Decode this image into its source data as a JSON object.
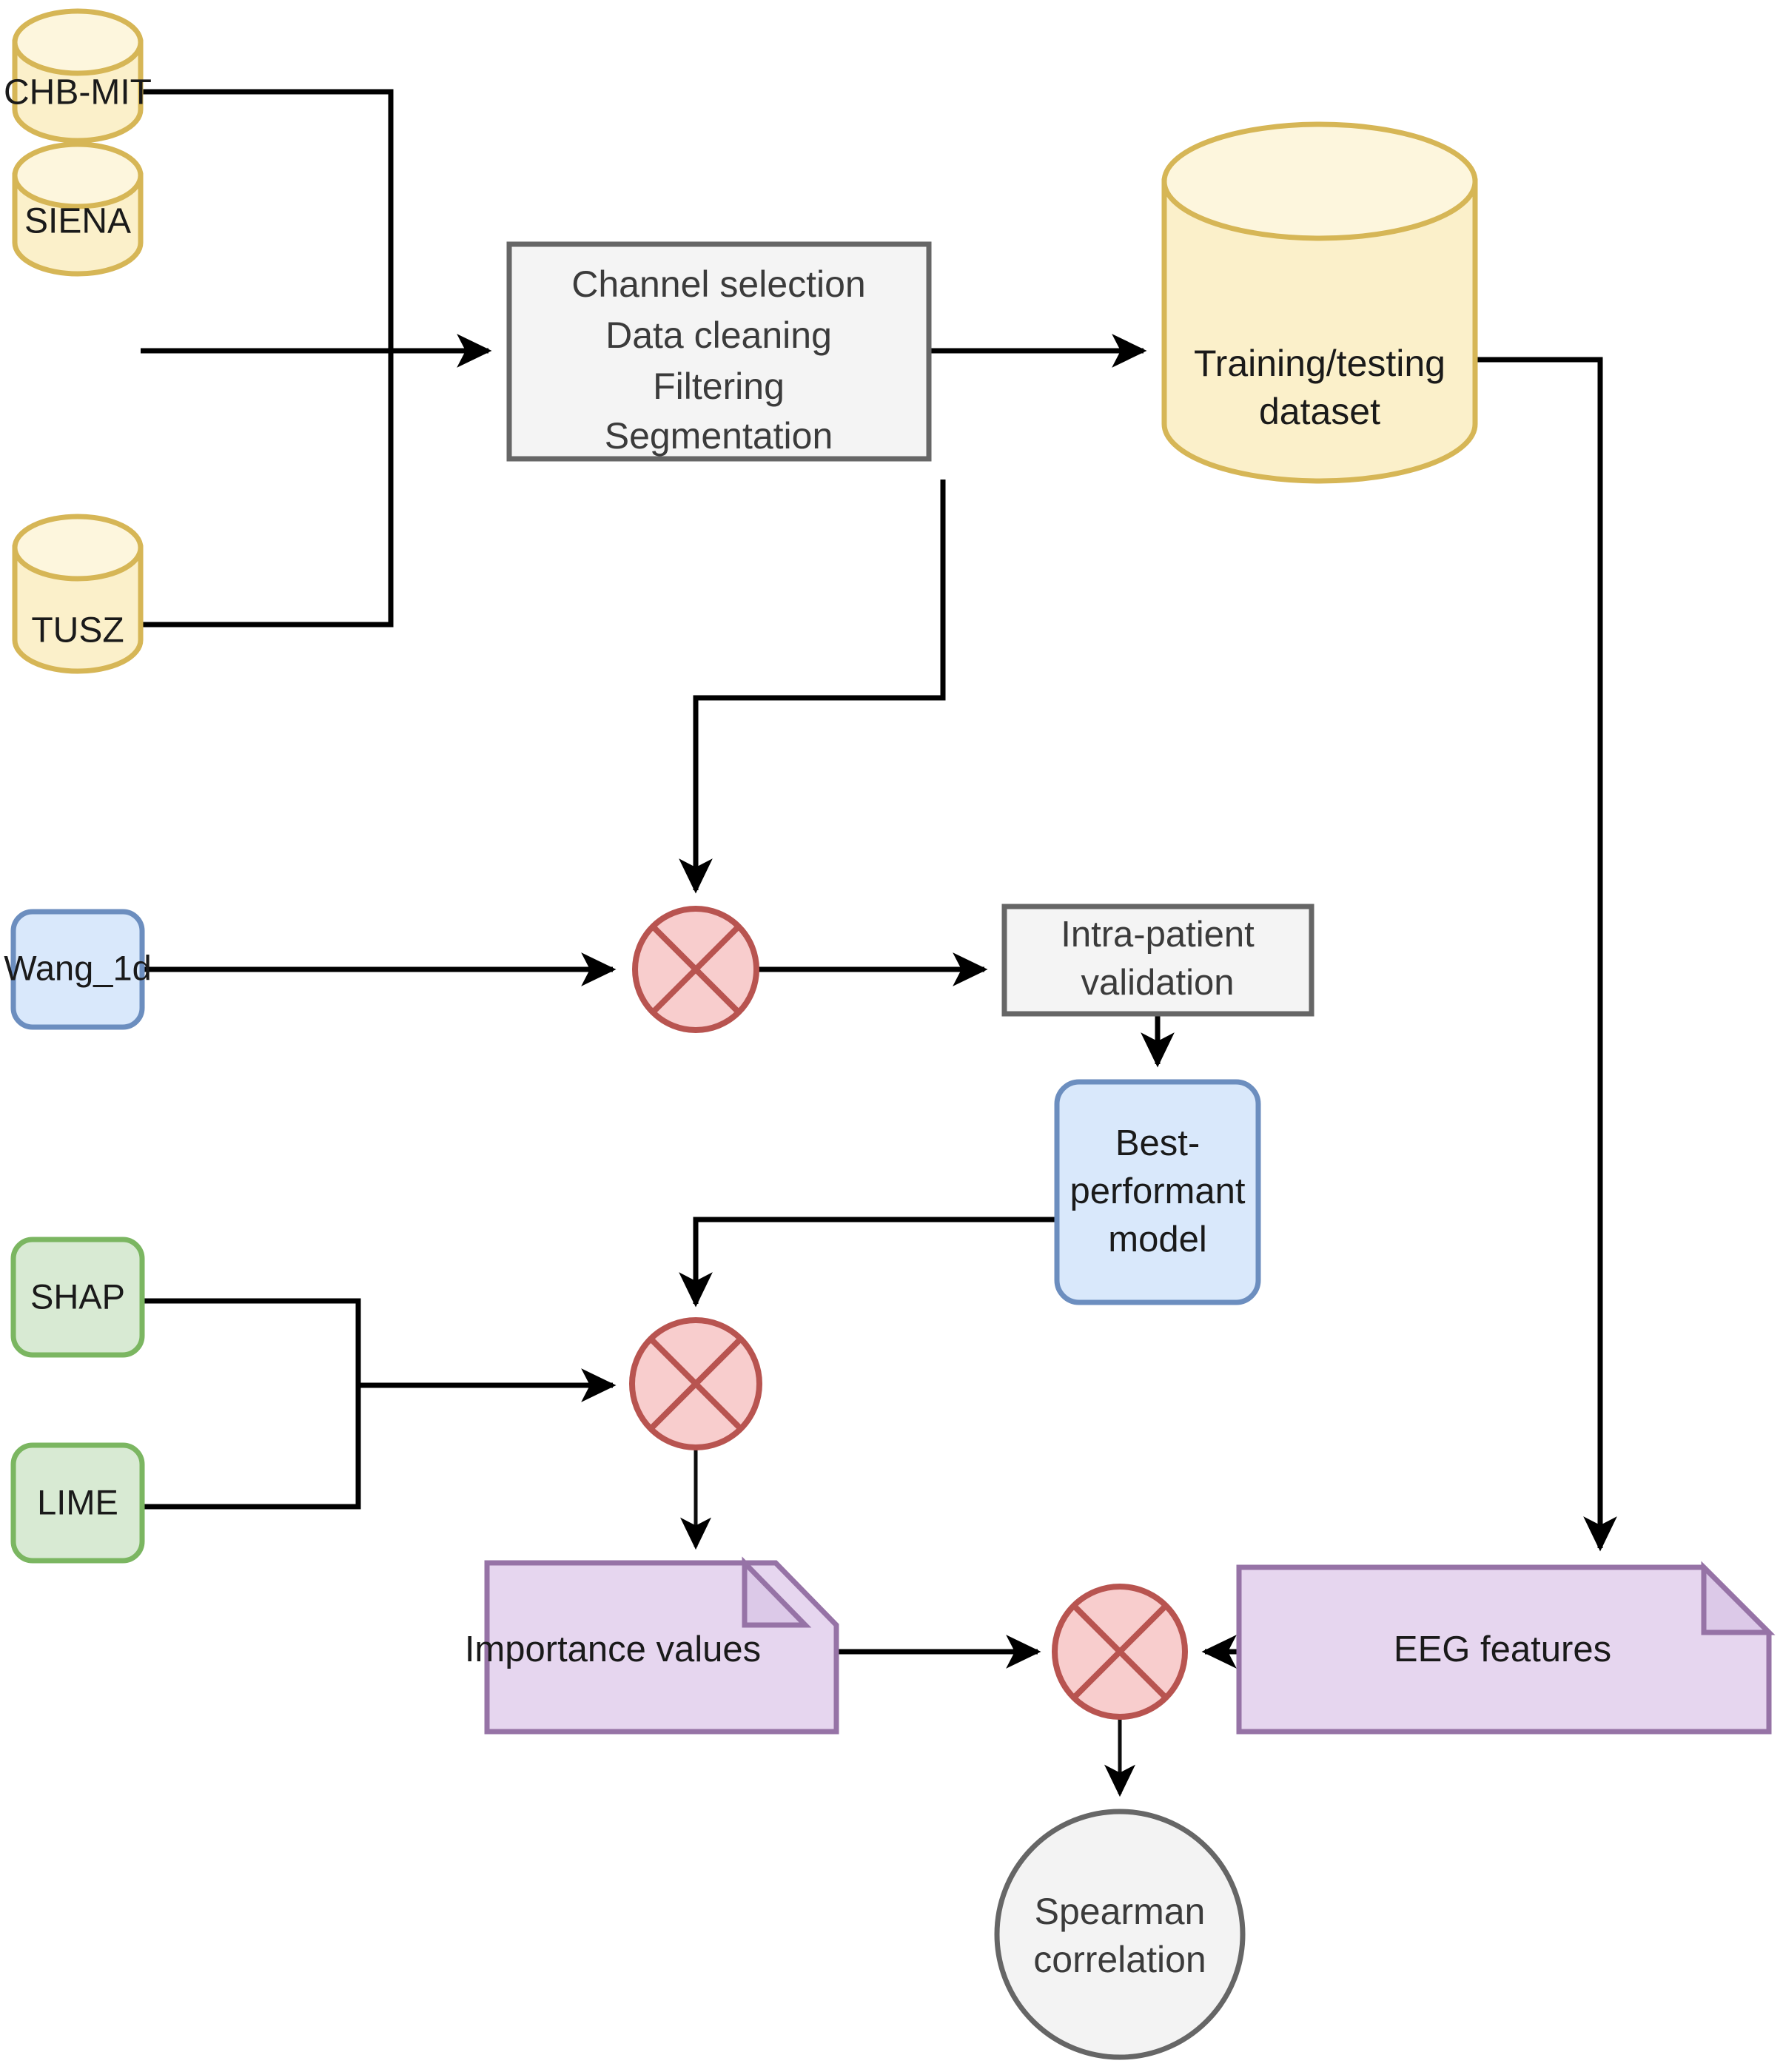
{
  "diagram": {
    "title": "EEG seizure detection explainability pipeline flowchart",
    "colors": {
      "datastore_fill": "#fbf0ca",
      "datastore_stroke": "#d6b656",
      "process_fill": "#f4f4f4",
      "process_stroke": "#666666",
      "model_fill": "#d9e8fb",
      "model_stroke": "#6c8ebf",
      "xai_fill": "#d8ead3",
      "xai_stroke": "#7bb661",
      "document_fill": "#e6d6ef",
      "document_stroke": "#9673a6",
      "merge_fill": "#f8cdcd",
      "merge_stroke": "#b85450",
      "terminal_fill": "#f3f3f3",
      "terminal_stroke": "#666666",
      "edge": "#000000"
    },
    "nodes": {
      "dataset_chbmit": {
        "label": "CHB-MIT",
        "shape": "cylinder"
      },
      "dataset_siena": {
        "label": "SIENA",
        "shape": "cylinder"
      },
      "dataset_tusz": {
        "label": "TUSZ",
        "shape": "cylinder"
      },
      "preprocessing": {
        "shape": "process",
        "lines": [
          "Channel selection",
          "Data cleaning",
          "Filtering",
          "Segmentation"
        ]
      },
      "training_testing_dataset": {
        "shape": "cylinder",
        "lines": [
          "Training/testing",
          "dataset"
        ]
      },
      "model_wang1d": {
        "label": "Wang_1d",
        "shape": "rounded-rect"
      },
      "merge_one": {
        "label": "merge",
        "shape": "circle-x"
      },
      "intra_patient_validation": {
        "shape": "process",
        "lines": [
          "Intra-patient",
          "validation"
        ]
      },
      "best_performant_model": {
        "shape": "rounded-rect",
        "lines": [
          "Best-",
          "performant",
          "model"
        ]
      },
      "xai_shap": {
        "label": "SHAP",
        "shape": "rounded-rect"
      },
      "xai_lime": {
        "label": "LIME",
        "shape": "rounded-rect"
      },
      "merge_two": {
        "label": "merge",
        "shape": "circle-x"
      },
      "importance_values": {
        "label": "Importance values",
        "shape": "document"
      },
      "eeg_features": {
        "label": "EEG features",
        "shape": "document"
      },
      "merge_three": {
        "label": "merge",
        "shape": "circle-x"
      },
      "spearman_correlation": {
        "shape": "circle",
        "lines": [
          "Spearman",
          "correlation"
        ]
      }
    }
  }
}
